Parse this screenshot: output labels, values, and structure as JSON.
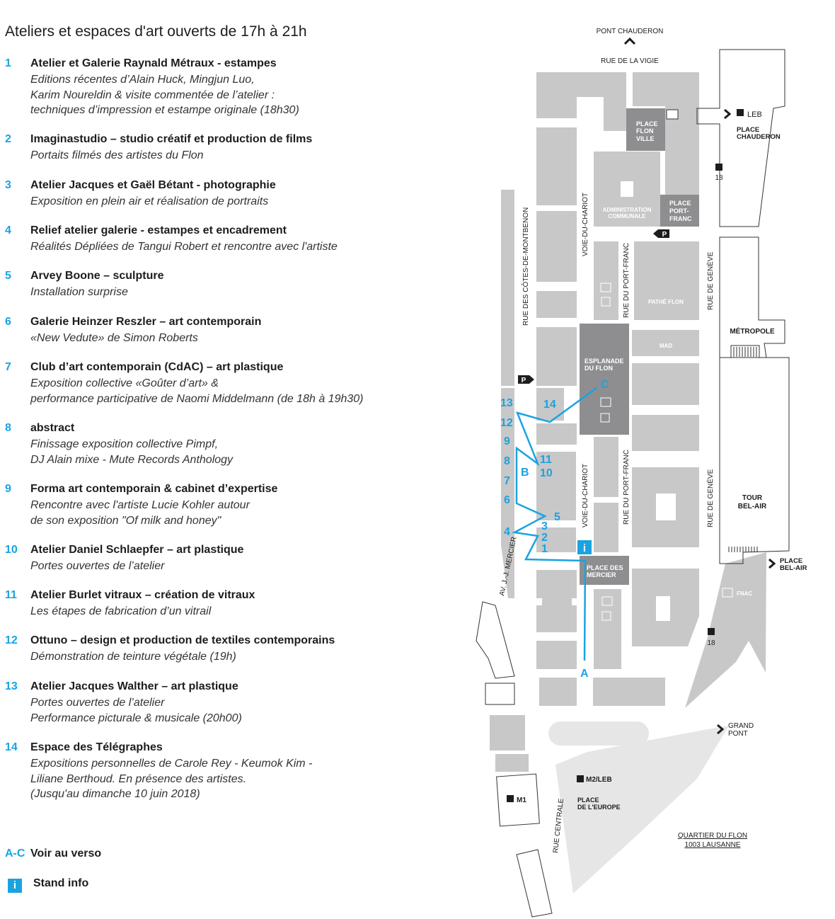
{
  "title": "Ateliers et espaces d'art ouverts de 17h à 21h",
  "items": [
    {
      "num": "1",
      "title": "Atelier et Galerie Raynald Métraux - estampes",
      "desc": "Editions récentes d’Alain Huck, Mingjun Luo,\nKarim Noureldin & visite commentée de l’atelier :\ntechniques d’impression et estampe originale (18h30)"
    },
    {
      "num": "2",
      "title": "Imaginastudio – studio créatif et production de films",
      "desc": "Portaits filmés des artistes du Flon"
    },
    {
      "num": "3",
      "title": "Atelier Jacques et Gaël Bétant - photographie",
      "desc": "Exposition en plein air et réalisation de portraits"
    },
    {
      "num": "4",
      "title": "Relief atelier galerie  - estampes et encadrement",
      "desc": "Réalités Dépliées de Tangui Robert et rencontre avec l'artiste"
    },
    {
      "num": "5",
      "title": "Arvey Boone – sculpture",
      "desc": "Installation surprise"
    },
    {
      "num": "6",
      "title": "Galerie Heinzer Reszler – art contemporain",
      "desc": "«New Vedute» de Simon Roberts"
    },
    {
      "num": "7",
      "title": "Club d’art contemporain (CdAC) – art plastique",
      "desc": "Exposition collective «Goûter d’art» &\nperformance participative de Naomi Middelmann (de 18h à 19h30)"
    },
    {
      "num": "8",
      "title": "abstract",
      "desc": "Finissage exposition collective Pimpf,\nDJ Alain mixe - Mute Records Anthology"
    },
    {
      "num": "9",
      "title": "Forma art contemporain & cabinet d’expertise",
      "desc": "Rencontre avec l'artiste Lucie Kohler autour\nde son exposition \"Of milk and honey\""
    },
    {
      "num": "10",
      "title": "Atelier Daniel Schlaepfer – art plastique",
      "desc": "Portes ouvertes de l’atelier"
    },
    {
      "num": "11",
      "title": "Atelier Burlet vitraux – création de vitraux",
      "desc": "Les étapes de fabrication d’un vitrail"
    },
    {
      "num": "12",
      "title": "Ottuno – design et production de textiles contemporains",
      "desc": "Démonstration de teinture végétale (19h)"
    },
    {
      "num": "13",
      "title": "Atelier Jacques Walther – art plastique",
      "desc": "Portes ouvertes de l’atelier\nPerformance picturale & musicale (20h00)"
    },
    {
      "num": "14",
      "title": "Espace des Télégraphes",
      "desc": "Expositions personnelles de Carole Rey - Keumok Kim -\nLiliane Berthoud. En présence des artistes.\n(Jusqu'au dimanche 10 juin 2018)"
    }
  ],
  "legend": {
    "ac_key": "A-C",
    "ac_label": "Voir au verso",
    "info_key": "i",
    "info_label": "Stand info"
  },
  "map": {
    "colors": {
      "building": "#c8c8c9",
      "dark": "#8e8e90",
      "route": "#1aa3e0",
      "plaza": "#e6e6e7"
    },
    "labels": {
      "pont_chauderon": "PONT CHAUDERON",
      "rue_vigie": "RUE DE LA VIGIE",
      "leb": "LEB",
      "place_chauderon_1": "PLACE",
      "place_chauderon_2": "CHAUDERON",
      "place_flon_ville_1": "PLACE",
      "place_flon_ville_2": "FLON",
      "place_flon_ville_3": "VILLE",
      "admin_1": "ADMINISTRATION",
      "admin_2": "COMMUNALE",
      "port_franc_1": "PLACE",
      "port_franc_2": "PORT-",
      "port_franc_3": "FRANC",
      "bus18": "18",
      "bus18b": "18",
      "rue_cotes": "RUE DES CÔTES-DE-MONTBENON",
      "voie_chariot": "VOIE-DU-CHARIOT",
      "voie_chariot2": "VOIE-DU-CHARIOT",
      "rue_port_franc": "RUE DU PORT-FRANC",
      "rue_port_franc2": "RUE DU PORT-FRANC",
      "rue_geneve": "RUE DE GENÈVE",
      "rue_geneve2": "RUE DE GENÈVE",
      "pathe": "PATHÉ FLON",
      "mad": "MAD",
      "metropole": "MÉTROPOLE",
      "esplanade_1": "ESPLANADE",
      "esplanade_2": "DU FLON",
      "tour_1": "TOUR",
      "tour_2": "BEL-AIR",
      "place_belair_1": "PLACE",
      "place_belair_2": "BEL-AIR",
      "mercier_1": "PLACE DES",
      "mercier_2": "MERCIER",
      "av_mercier": "AV. J.-J. MERCIER",
      "fnac": "FNAC",
      "grand_pont_1": "GRAND",
      "grand_pont_2": "PONT",
      "m2leb": "M2/LEB",
      "europe_1": "PLACE",
      "europe_2": "DE L'EUROPE",
      "m1": "M1",
      "rue_centrale": "RUE CENTRALE",
      "quartier_1": "QUARTIER DU FLON",
      "quartier_2": "1003 LAUSANNE",
      "parking": "P",
      "info": "i"
    },
    "markers": {
      "A": "A",
      "B": "B",
      "C": "C",
      "n1": "1",
      "n2": "2",
      "n3": "3",
      "n4": "4",
      "n5": "5",
      "n6": "6",
      "n7": "7",
      "n8": "8",
      "n9": "9",
      "n10": "10",
      "n11": "11",
      "n12": "12",
      "n13": "13",
      "n14": "14"
    }
  }
}
